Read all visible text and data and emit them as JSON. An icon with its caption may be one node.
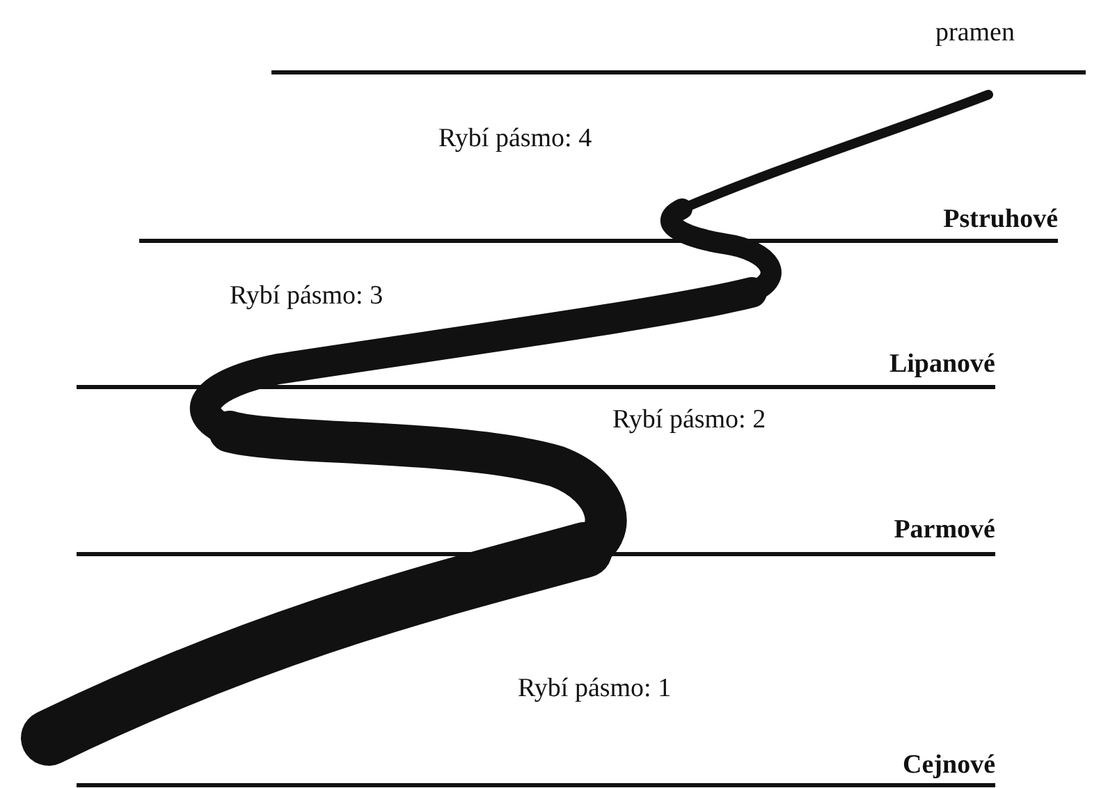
{
  "diagram": {
    "labels": [
      "pramen",
      "Rybí pásmo: 4",
      "Pstruhové",
      "Rybí pásmo: 3",
      "Lipanové",
      "Rybí pásmo: 2",
      "Parmové",
      "Rybí pásmo: 1",
      "Cejnové"
    ]
  }
}
